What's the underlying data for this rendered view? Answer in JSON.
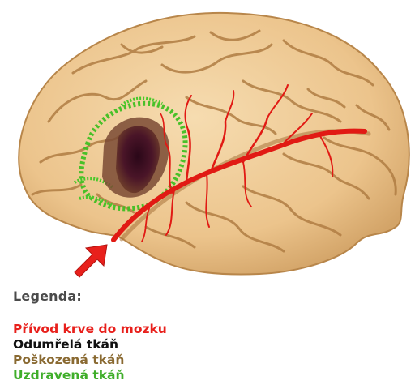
{
  "legend": {
    "title": "Legenda:",
    "items": [
      {
        "label": "Přívod krve do mozku",
        "color": "#e8201c"
      },
      {
        "label": "Odumřelá tkáň",
        "color": "#111111"
      },
      {
        "label": "Poškozená tkáň",
        "color": "#8a6a32"
      },
      {
        "label": "Uzdravená tkáň",
        "color": "#3fae2a"
      }
    ]
  },
  "colors": {
    "brain": "#efc996",
    "brain_shadow": "#c79a62",
    "sulci": "#a9793f",
    "artery": "#e11a14",
    "arrow": "#e8201c",
    "dead_tissue": "#3a0d1f",
    "damaged_tissue": "#7a4a34",
    "healed_tissue": "#3fbf22"
  },
  "icons": [
    "pointer-arrow-icon"
  ]
}
